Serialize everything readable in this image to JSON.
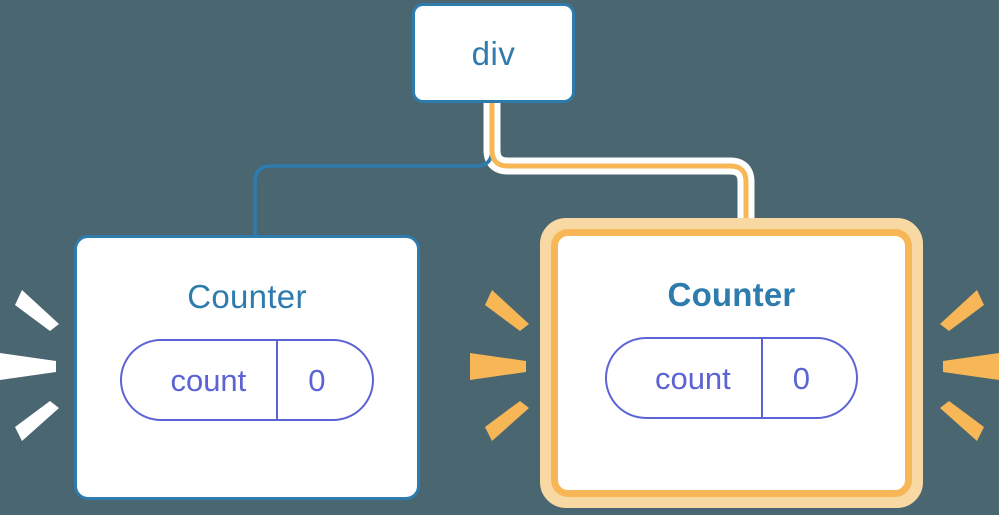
{
  "diagram": {
    "title": "React component tree re-render highlight",
    "background_color": "#4a6670",
    "nodes": [
      {
        "id": "div",
        "label": "div",
        "type": "element",
        "highlighted": false,
        "border_color": "#2d7cad",
        "text_color": "#2d7cad"
      },
      {
        "id": "counter-left",
        "label": "Counter",
        "type": "component",
        "highlighted": false,
        "border_color": "#2d7cad",
        "text_color": "#2d7cad",
        "state": {
          "key": "count",
          "value": "0",
          "color": "#5c63d4"
        }
      },
      {
        "id": "counter-right",
        "label": "Counter",
        "type": "component",
        "highlighted": true,
        "border_color": "#f7b757",
        "glow_color": "#f9d9a3",
        "text_color": "#2d7cad",
        "state": {
          "key": "count",
          "value": "0",
          "color": "#5c63d4"
        }
      }
    ],
    "edges": [
      {
        "from": "div",
        "to": "counter-left",
        "color": "#2d7cad",
        "highlighted": false
      },
      {
        "from": "div",
        "to": "counter-right",
        "color": "#f7b757",
        "halo_color": "#ffffff",
        "highlighted": true
      }
    ],
    "bursts": [
      {
        "id": "burst-left-outer",
        "color": "#ffffff",
        "ray_count": 3
      },
      {
        "id": "burst-left-inner",
        "color": "#f7b757",
        "ray_count": 3
      },
      {
        "id": "burst-right-outer",
        "color": "#f7b757",
        "ray_count": 3
      }
    ]
  }
}
